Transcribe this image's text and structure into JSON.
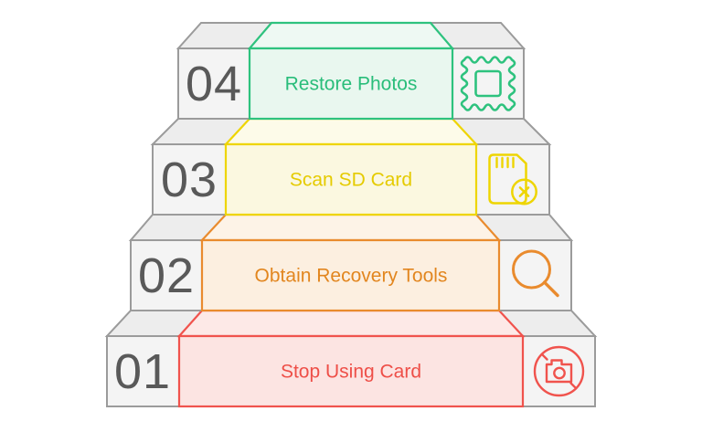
{
  "diagram": {
    "background": "#ffffff",
    "outline_color": "#9b9b9b",
    "step_fill_front": "#f4f4f4",
    "step_fill_top": "#ededed",
    "number_color": "#595959",
    "steps": [
      {
        "number": "04",
        "label": "Restore Photos",
        "icon": "photo-stamp-icon",
        "color": {
          "stroke": "#2ec27e",
          "fill_front": "#e9f7ef",
          "fill_top": "#eef9f3",
          "text": "#29bd7a"
        }
      },
      {
        "number": "03",
        "label": "Scan SD Card",
        "icon": "sd-card-error-icon",
        "color": {
          "stroke": "#eed502",
          "fill_front": "#fbf8e0",
          "fill_top": "#fdfbe9",
          "text": "#e5cb00"
        }
      },
      {
        "number": "02",
        "label": "Obtain Recovery Tools",
        "icon": "search-icon",
        "color": {
          "stroke": "#e98b2e",
          "fill_front": "#fcefe0",
          "fill_top": "#fdf3e7",
          "text": "#e2861f"
        }
      },
      {
        "number": "01",
        "label": "Stop Using Card",
        "icon": "no-camera-icon",
        "color": {
          "stroke": "#f0534d",
          "fill_front": "#fce4e2",
          "fill_top": "#fde9e7",
          "text": "#ee4f48"
        }
      }
    ]
  }
}
